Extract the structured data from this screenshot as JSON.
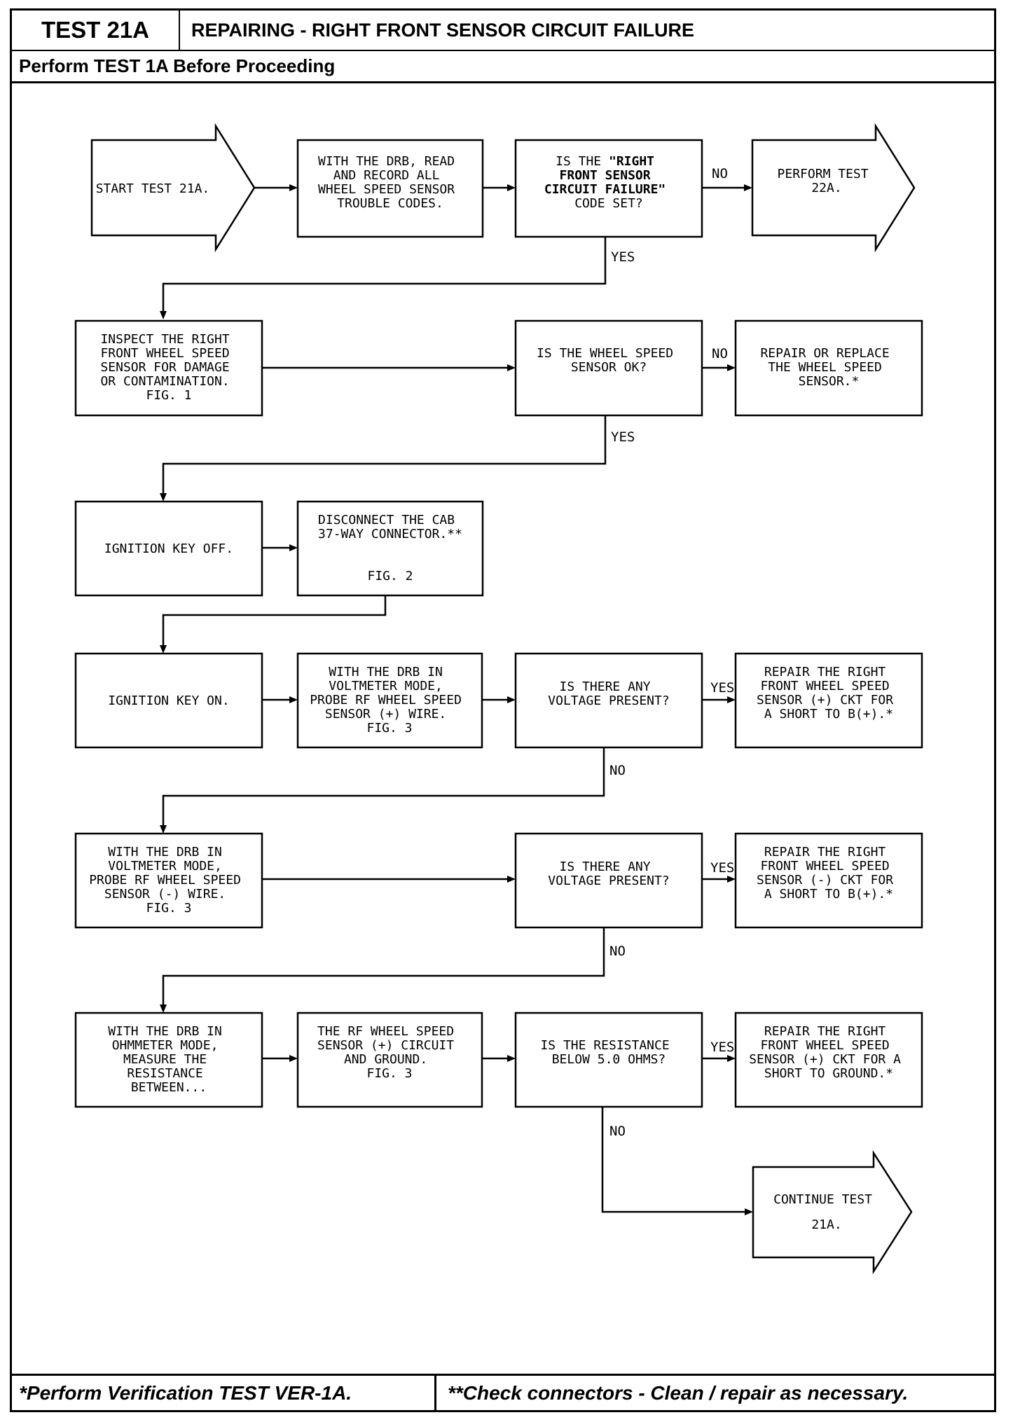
{
  "header": {
    "test_number": "TEST 21A",
    "title": "REPAIRING - RIGHT FRONT SENSOR CIRCUIT FAILURE",
    "prerequisite": "Perform TEST 1A Before Proceeding"
  },
  "footer": {
    "verification_note": "*Perform Verification TEST VER-1A.",
    "connector_note": "**Check connectors - Clean / repair as necessary."
  },
  "flow": {
    "start": [
      "START TEST 21A."
    ],
    "read_codes": [
      "WITH THE DRB, READ",
      "AND RECORD ALL",
      "WHEEL SPEED SENSOR",
      "TROUBLE CODES."
    ],
    "q_code_set": {
      "lines": [
        {
          "pre": "IS THE ",
          "bold": "\"RIGHT"
        },
        {
          "pre": "",
          "bold": "FRONT SENSOR"
        },
        {
          "pre": "",
          "bold": "CIRCUIT FAILURE\""
        },
        {
          "pre": "CODE SET?",
          "bold": ""
        }
      ]
    },
    "perform_22a": [
      "PERFORM TEST",
      "22A."
    ],
    "inspect": [
      "INSPECT THE RIGHT",
      "FRONT WHEEL SPEED",
      "SENSOR FOR DAMAGE",
      "OR CONTAMINATION.",
      "FIG. 1"
    ],
    "q_sensor_ok": [
      "IS THE WHEEL SPEED",
      "SENSOR OK?"
    ],
    "repair_replace": [
      "REPAIR OR REPLACE",
      "THE WHEEL SPEED",
      "SENSOR.*"
    ],
    "key_off": [
      "IGNITION KEY OFF."
    ],
    "disconnect": [
      "DISCONNECT THE CAB",
      "37-WAY CONNECTOR.**"
    ],
    "disconnect_fig": "FIG. 2",
    "key_on": [
      "IGNITION KEY ON."
    ],
    "probe_pos": [
      "WITH THE DRB IN",
      "VOLTMETER MODE,",
      "PROBE RF WHEEL SPEED",
      "SENSOR (+) WIRE.",
      "FIG. 3"
    ],
    "q_voltage_1": [
      "IS THERE ANY",
      "VOLTAGE PRESENT?"
    ],
    "repair_pos_b": [
      "REPAIR THE RIGHT",
      "FRONT WHEEL SPEED",
      "SENSOR (+) CKT FOR",
      "A SHORT TO B(+).*"
    ],
    "probe_neg": [
      "WITH THE DRB IN",
      "VOLTMETER MODE,",
      "PROBE RF WHEEL SPEED",
      "SENSOR (-) WIRE.",
      "FIG. 3"
    ],
    "q_voltage_2": [
      "IS THERE ANY",
      "VOLTAGE PRESENT?"
    ],
    "repair_neg_b": [
      "REPAIR THE RIGHT",
      "FRONT WHEEL SPEED",
      "SENSOR (-) CKT FOR",
      "A SHORT TO B(+).*"
    ],
    "ohm_mode": [
      "WITH THE DRB IN",
      "OHMMETER MODE,",
      "MEASURE THE",
      "RESISTANCE",
      "BETWEEN..."
    ],
    "ohm_between": [
      "THE RF WHEEL SPEED",
      "SENSOR (+) CIRCUIT",
      "AND GROUND.",
      "FIG. 3"
    ],
    "q_resistance": [
      "IS THE RESISTANCE",
      "BELOW 5.0 OHMS?"
    ],
    "repair_pos_gnd": [
      "REPAIR THE RIGHT",
      "FRONT WHEEL SPEED",
      "SENSOR (+) CKT FOR A",
      "SHORT TO GROUND.*"
    ],
    "continue": [
      "CONTINUE TEST",
      "21A."
    ]
  },
  "labels": {
    "yes": "YES",
    "no": "NO"
  }
}
